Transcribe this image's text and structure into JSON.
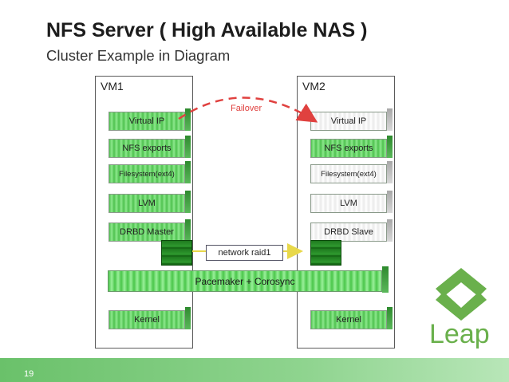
{
  "page": {
    "title": "NFS Server ( High Available NAS )",
    "subtitle": "Cluster Example in Diagram",
    "page_number": "19"
  },
  "vm1": {
    "label": "VM1",
    "virtual_ip": "Virtual IP",
    "nfs_exports": "NFS exports",
    "filesystem": "Filesystem(ext4)",
    "lvm": "LVM",
    "drbd": "DRBD Master",
    "kernel": "Kernel"
  },
  "vm2": {
    "label": "VM2",
    "virtual_ip": "Virtual IP",
    "nfs_exports": "NFS exports",
    "filesystem": "Filesystem(ext4)",
    "lvm": "LVM",
    "drbd": "DRBD Slave",
    "kernel": "Kernel"
  },
  "links": {
    "failover": "Failover",
    "network_raid": "network raid1",
    "cluster": "Pacemaker + Corosync"
  },
  "logo": {
    "text": "Leap"
  },
  "colors": {
    "accent_green": "#4fc24f",
    "failover_red": "#e0413f"
  }
}
